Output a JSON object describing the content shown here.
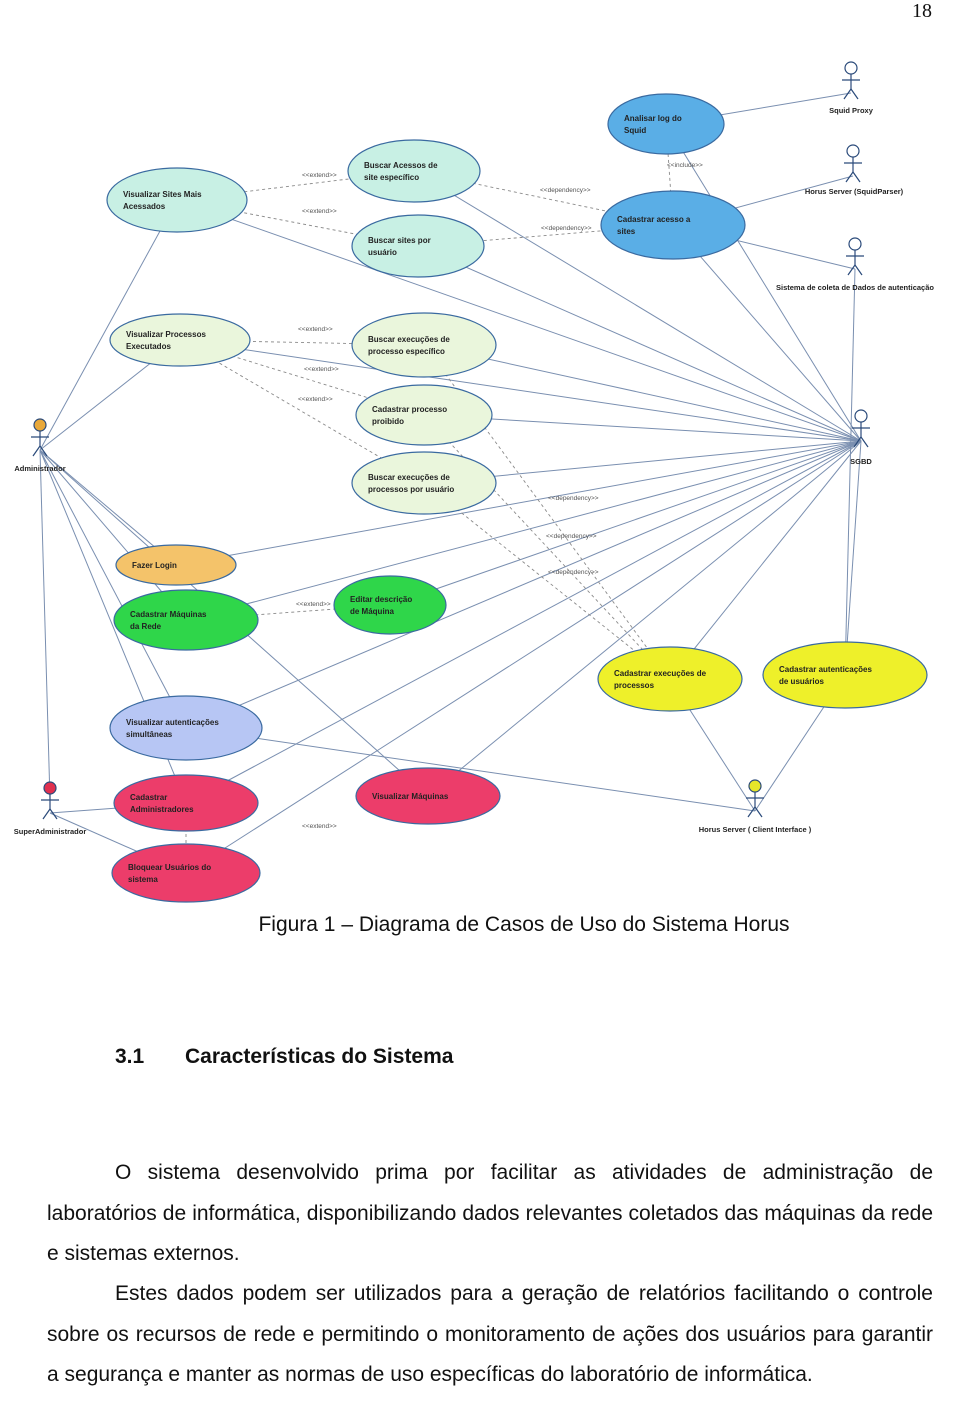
{
  "page_number": "18",
  "diagram": {
    "actors": [
      {
        "id": "squid-proxy",
        "label": "Squid Proxy"
      },
      {
        "id": "horus-server-parser",
        "label": "Horus Server (SquidParser)"
      },
      {
        "id": "sistema-coleta",
        "label": "Sistema de coleta de Dados de autenticação"
      },
      {
        "id": "sgbd",
        "label": "SGBD"
      },
      {
        "id": "administrador",
        "label": "Administrador"
      },
      {
        "id": "super-administrador",
        "label": "SuperAdministrador"
      },
      {
        "id": "horus-client",
        "label": "Horus Server ( Client Interface )"
      }
    ],
    "use_cases": [
      {
        "id": "analisar-log",
        "label1": "Analisar log do",
        "label2": "Squid",
        "color": "#5aaee6"
      },
      {
        "id": "visualizar-sites",
        "label1": "Visualizar Sites Mais",
        "label2": "Acessados",
        "color": "#c8f0e4"
      },
      {
        "id": "buscar-acessos-site",
        "label1": "Buscar Acessos de",
        "label2": "site específico",
        "color": "#c8f0e4"
      },
      {
        "id": "cadastrar-acesso-sites",
        "label1": "Cadastrar acesso a",
        "label2": "sites",
        "color": "#5aaee6"
      },
      {
        "id": "buscar-sites-usuario",
        "label1": "Buscar sites por",
        "label2": "usuário",
        "color": "#c8f0e4"
      },
      {
        "id": "visualizar-processos",
        "label1": "Visualizar Processos",
        "label2": "Executados",
        "color": "#eaf6dc"
      },
      {
        "id": "buscar-execucoes-processo",
        "label1": "Buscar execuções de",
        "label2": "processo específico",
        "color": "#eaf6dc"
      },
      {
        "id": "cadastrar-processo-proibido",
        "label1": "Cadastrar processo",
        "label2": "proibido",
        "color": "#eaf6dc"
      },
      {
        "id": "buscar-execucoes-usuario",
        "label1": "Buscar execuções de",
        "label2": "processos por usuário",
        "color": "#eaf6dc"
      },
      {
        "id": "fazer-login",
        "label1": "Fazer Login",
        "label2": "",
        "color": "#f4c36a"
      },
      {
        "id": "cadastrar-maquinas",
        "label1": "Cadastrar Máquinas",
        "label2": "da Rede",
        "color": "#2fd64a"
      },
      {
        "id": "editar-descricao",
        "label1": "Editar descrição",
        "label2": "de Máquina",
        "color": "#2fd64a"
      },
      {
        "id": "cadastrar-execucoes",
        "label1": "Cadastrar execuções de",
        "label2": "processos",
        "color": "#eef02a"
      },
      {
        "id": "cadastrar-autenticacoes",
        "label1": "Cadastrar autenticações",
        "label2": "de usuários",
        "color": "#eef02a"
      },
      {
        "id": "visualizar-autenticacoes",
        "label1": "Visualizar autenticações",
        "label2": "simultâneas",
        "color": "#b7c6f4"
      },
      {
        "id": "cadastrar-administradores",
        "label1": "Cadastrar",
        "label2": "Administradores",
        "color": "#ec3d6a"
      },
      {
        "id": "visualizar-maquinas",
        "label1": "Visualizar Máquinas",
        "label2": "",
        "color": "#ec3d6a"
      },
      {
        "id": "bloquear-usuarios",
        "label1": "Bloquear Usuários do",
        "label2": "sistema",
        "color": "#ec3d6a"
      }
    ],
    "stereotypes": {
      "extend": "<<extend>>",
      "dependency": "<<dependency>>",
      "include": "<<include>>"
    }
  },
  "caption": "Figura 1 – Diagrama de Casos de Uso do Sistema Horus",
  "section": {
    "number": "3.1",
    "title": "Características do Sistema"
  },
  "paragraphs": [
    "O sistema desenvolvido prima por facilitar as atividades de administração de laboratórios de informática, disponibilizando dados relevantes coletados das máquinas da rede e sistemas externos.",
    "Estes dados podem ser utilizados para a geração de relatórios facilitando o controle sobre os recursos de rede e permitindo o monitoramento de ações dos usuários para garantir a segurança e manter as normas de uso específicas do laboratório de informática."
  ]
}
